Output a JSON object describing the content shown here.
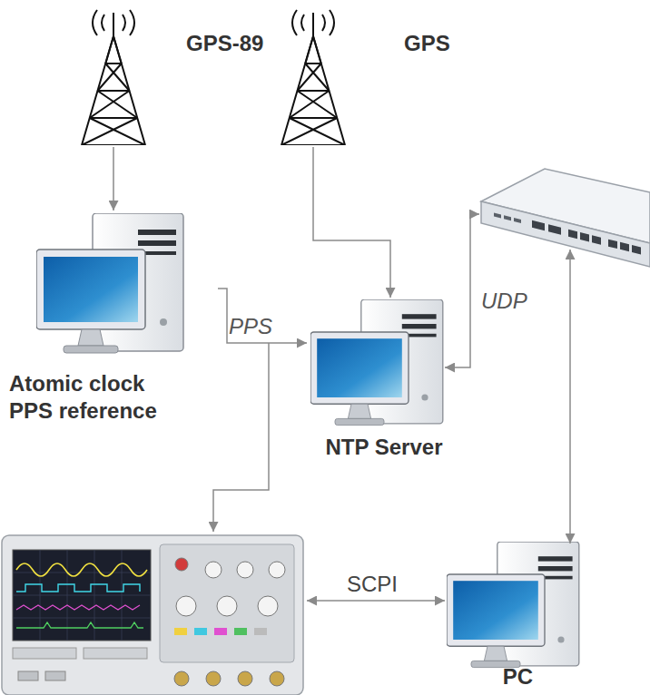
{
  "diagram": {
    "nodes": [
      {
        "text": [
          "GPS-89"
        ]
      },
      {
        "text": [
          "GPS"
        ]
      },
      {
        "text": [
          "Atomic clock PPS reference"
        ]
      },
      {
        "text": [
          "NTP Server"
        ]
      },
      {
        "text": [
          "PC"
        ]
      }
    ],
    "edges": [
      {
        "from": 0,
        "to": 2,
        "arrow": "to"
      },
      {
        "from": 1,
        "to": 3,
        "arrow": "to"
      },
      {
        "from": 2,
        "to": 3,
        "arrow": "to",
        "label": "PPS"
      }
    ],
    "labels": [
      "UDP",
      "SCPI"
    ]
  }
}
